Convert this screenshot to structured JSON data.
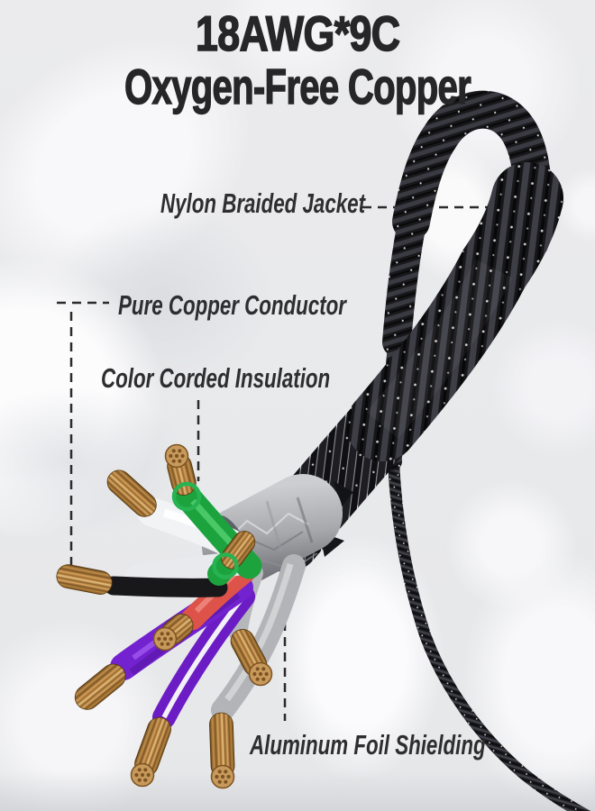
{
  "page": {
    "background": "#e9eaec",
    "kind": "cable product infographic"
  },
  "title": {
    "line1": "18AWG*9C",
    "line2": "Oxygen-Free Copper",
    "color": "#262628"
  },
  "callouts": {
    "nylon": "Nylon Braided Jacket",
    "copper": "Pure Copper Conductor",
    "insulation": "Color Corded Insulation",
    "foil": "Aluminum Foil Shielding"
  },
  "illustration": {
    "cable_spec": "18AWG*9C",
    "wire_colors": [
      "white",
      "white",
      "black",
      "green",
      "green",
      "red",
      "purple",
      "purple-white-stripe",
      "gray",
      "gray"
    ],
    "palette": {
      "braid": "#17171a",
      "braid_highlight": "#3e3e46",
      "braid_speckle": "#d2d2d8",
      "foil": "#a7a8ac",
      "copper": "#c79a5c",
      "green": "#1ca33e",
      "red": "#dd5349",
      "purple": "#7322cf",
      "gray_wire": "#b5b7ba",
      "white_wire": "#f2f3f5",
      "label_text": "#2e2e30",
      "leader_line": "#2b2b2b"
    }
  }
}
